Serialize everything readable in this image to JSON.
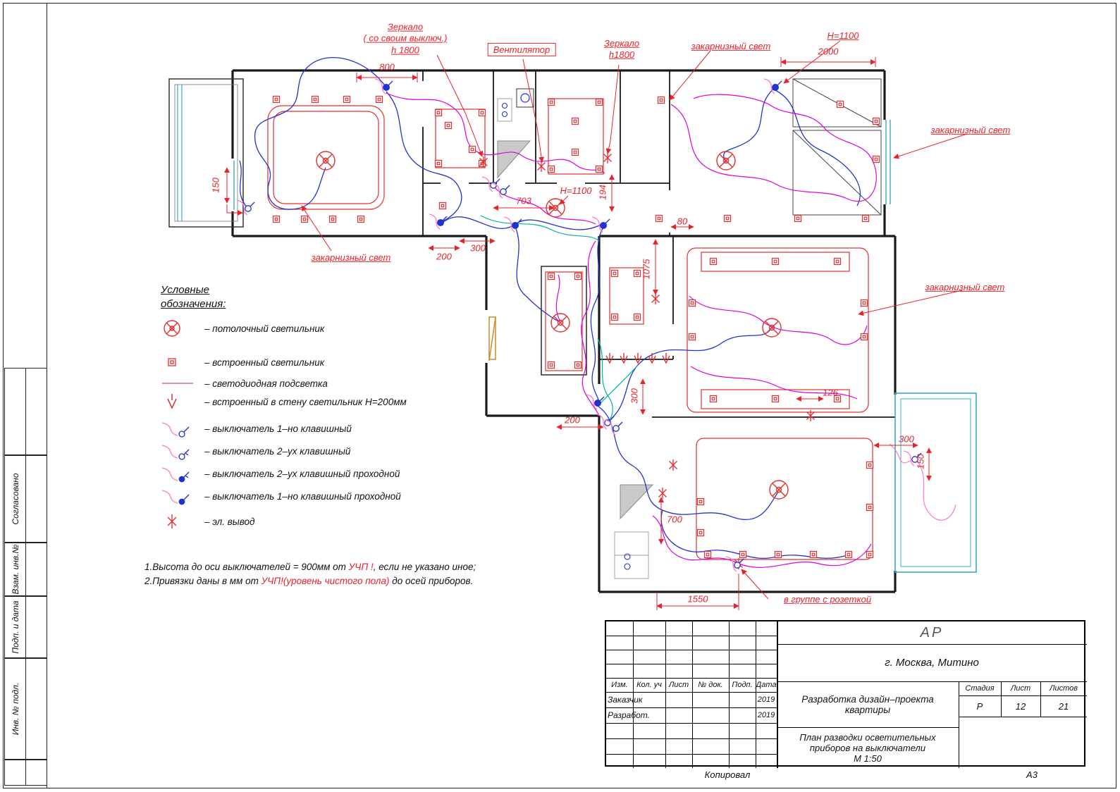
{
  "sheet": {
    "copied": "Копировал",
    "format": "А3"
  },
  "stamps": {
    "items": [
      "Согласовано",
      "Взам. инв.№",
      "Подп. и дата",
      "Инв. № подл."
    ]
  },
  "legend": {
    "title_l1": "Условные",
    "title_l2": "обозначения:",
    "items": [
      {
        "symbol": "ceiling-light",
        "label": "–  потолочный светильник"
      },
      {
        "symbol": "recessed-light",
        "label": "–  встроенный светильник"
      },
      {
        "symbol": "led-strip",
        "label": "–  светодиодная подсветка"
      },
      {
        "symbol": "wall-recessed-light",
        "label": "–  встроенный в стену светильник Н=200мм"
      },
      {
        "symbol": "switch-1key",
        "label": "–  выключатель  1–но клавишный"
      },
      {
        "symbol": "switch-2key",
        "label": "–  выключатель   2–ух клавишный"
      },
      {
        "symbol": "switch-2key-pass",
        "label": "–  выключатель 2–ух клавишный проходной"
      },
      {
        "symbol": "switch-1key-pass",
        "label": "–  выключатель 1–но клавишный проходной"
      },
      {
        "symbol": "electrical-output",
        "label": "–  эл. вывод"
      }
    ]
  },
  "notes": {
    "n1_pre": "1.Высота  до  оси  выключателей  =  900мм  от ",
    "n1_red": "УЧП !",
    "n1_post": ",  если  не указано  иное;",
    "n2_pre": "2.Привязки  даны  в  мм  от ",
    "n2_red": "УЧП!(уровень  чистого  пола)",
    "n2_post": " до  осей приборов."
  },
  "callouts": {
    "mirror1_l1": "Зеркало",
    "mirror1_l2": "( со своим выключ.)",
    "mirror1_l3": "h 1800",
    "fan": "Вентилятор",
    "mirror2_l1": "Зеркало",
    "mirror2_l2": "h1800",
    "cornice_top": "закарнизный свет",
    "cornice_right_top": "закарнизный свет",
    "cornice_left": "закарнизный свет",
    "cornice_right_mid": "закарнизный свет",
    "group_socket": "в группе с розеткой",
    "h1100_top": "Н=1100",
    "h1100_mid": "Н=1100"
  },
  "dims": {
    "d800": "800",
    "d2000": "2000",
    "d150": "150",
    "d200a": "200",
    "d300a": "300",
    "d703": "703",
    "d194": "194",
    "d80": "80",
    "d1075": "1075",
    "d300b": "300",
    "d200b": "200",
    "d126": "126",
    "d300c": "300",
    "d150b": "150",
    "d700": "700",
    "d1550": "1550"
  },
  "titleblock": {
    "code": "АР",
    "location": "г.  Москва,  Митино",
    "project_l1": "Разработка дизайн–проекта",
    "project_l2": "квартиры",
    "stage_label": "Стадия",
    "sheet_label": "Лист",
    "sheets_label": "Листов",
    "stage": "Р",
    "sheet_no": "12",
    "sheets_total": "21",
    "title_l1": "План разводки осветительных",
    "title_l2": "приборов на выключатели",
    "title_l3": "М 1:50",
    "cols": [
      "Изм.",
      "Кол. уч",
      "Лист",
      "№ док.",
      "Подп.",
      "Дата"
    ],
    "row1_label": "Заказчик",
    "row1_date": "2019",
    "row2_label": "Разработ.",
    "row2_date": "2019"
  }
}
